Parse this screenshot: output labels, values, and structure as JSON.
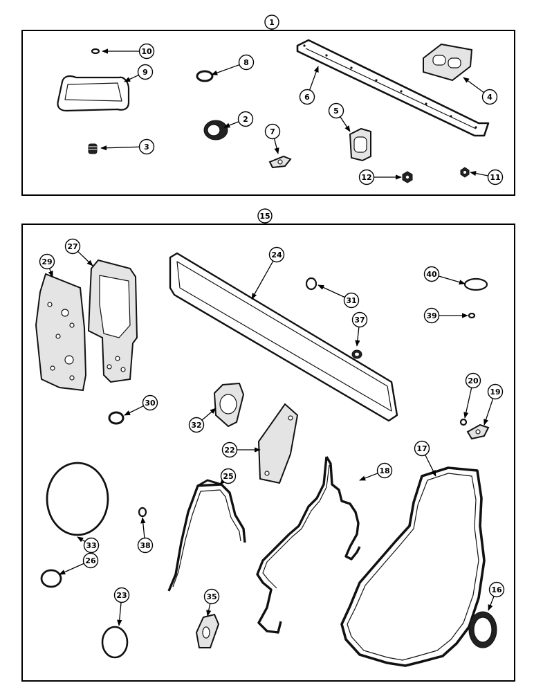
{
  "group_labels": {
    "top": "1",
    "bottom": "15"
  },
  "callouts": {
    "c10": "10",
    "c9": "9",
    "c8": "8",
    "c2": "2",
    "c3": "3",
    "c7": "7",
    "c6": "6",
    "c5": "5",
    "c4": "4",
    "c12": "12",
    "c11": "11",
    "c29": "29",
    "c27": "27",
    "c24": "24",
    "c31": "31",
    "c37": "37",
    "c40": "40",
    "c39": "39",
    "c30": "30",
    "c32": "32",
    "c22": "22",
    "c20": "20",
    "c19": "19",
    "c33": "33",
    "c38": "38",
    "c25": "25",
    "c18": "18",
    "c17": "17",
    "c26": "26",
    "c23": "23",
    "c35": "35",
    "c16": "16"
  }
}
